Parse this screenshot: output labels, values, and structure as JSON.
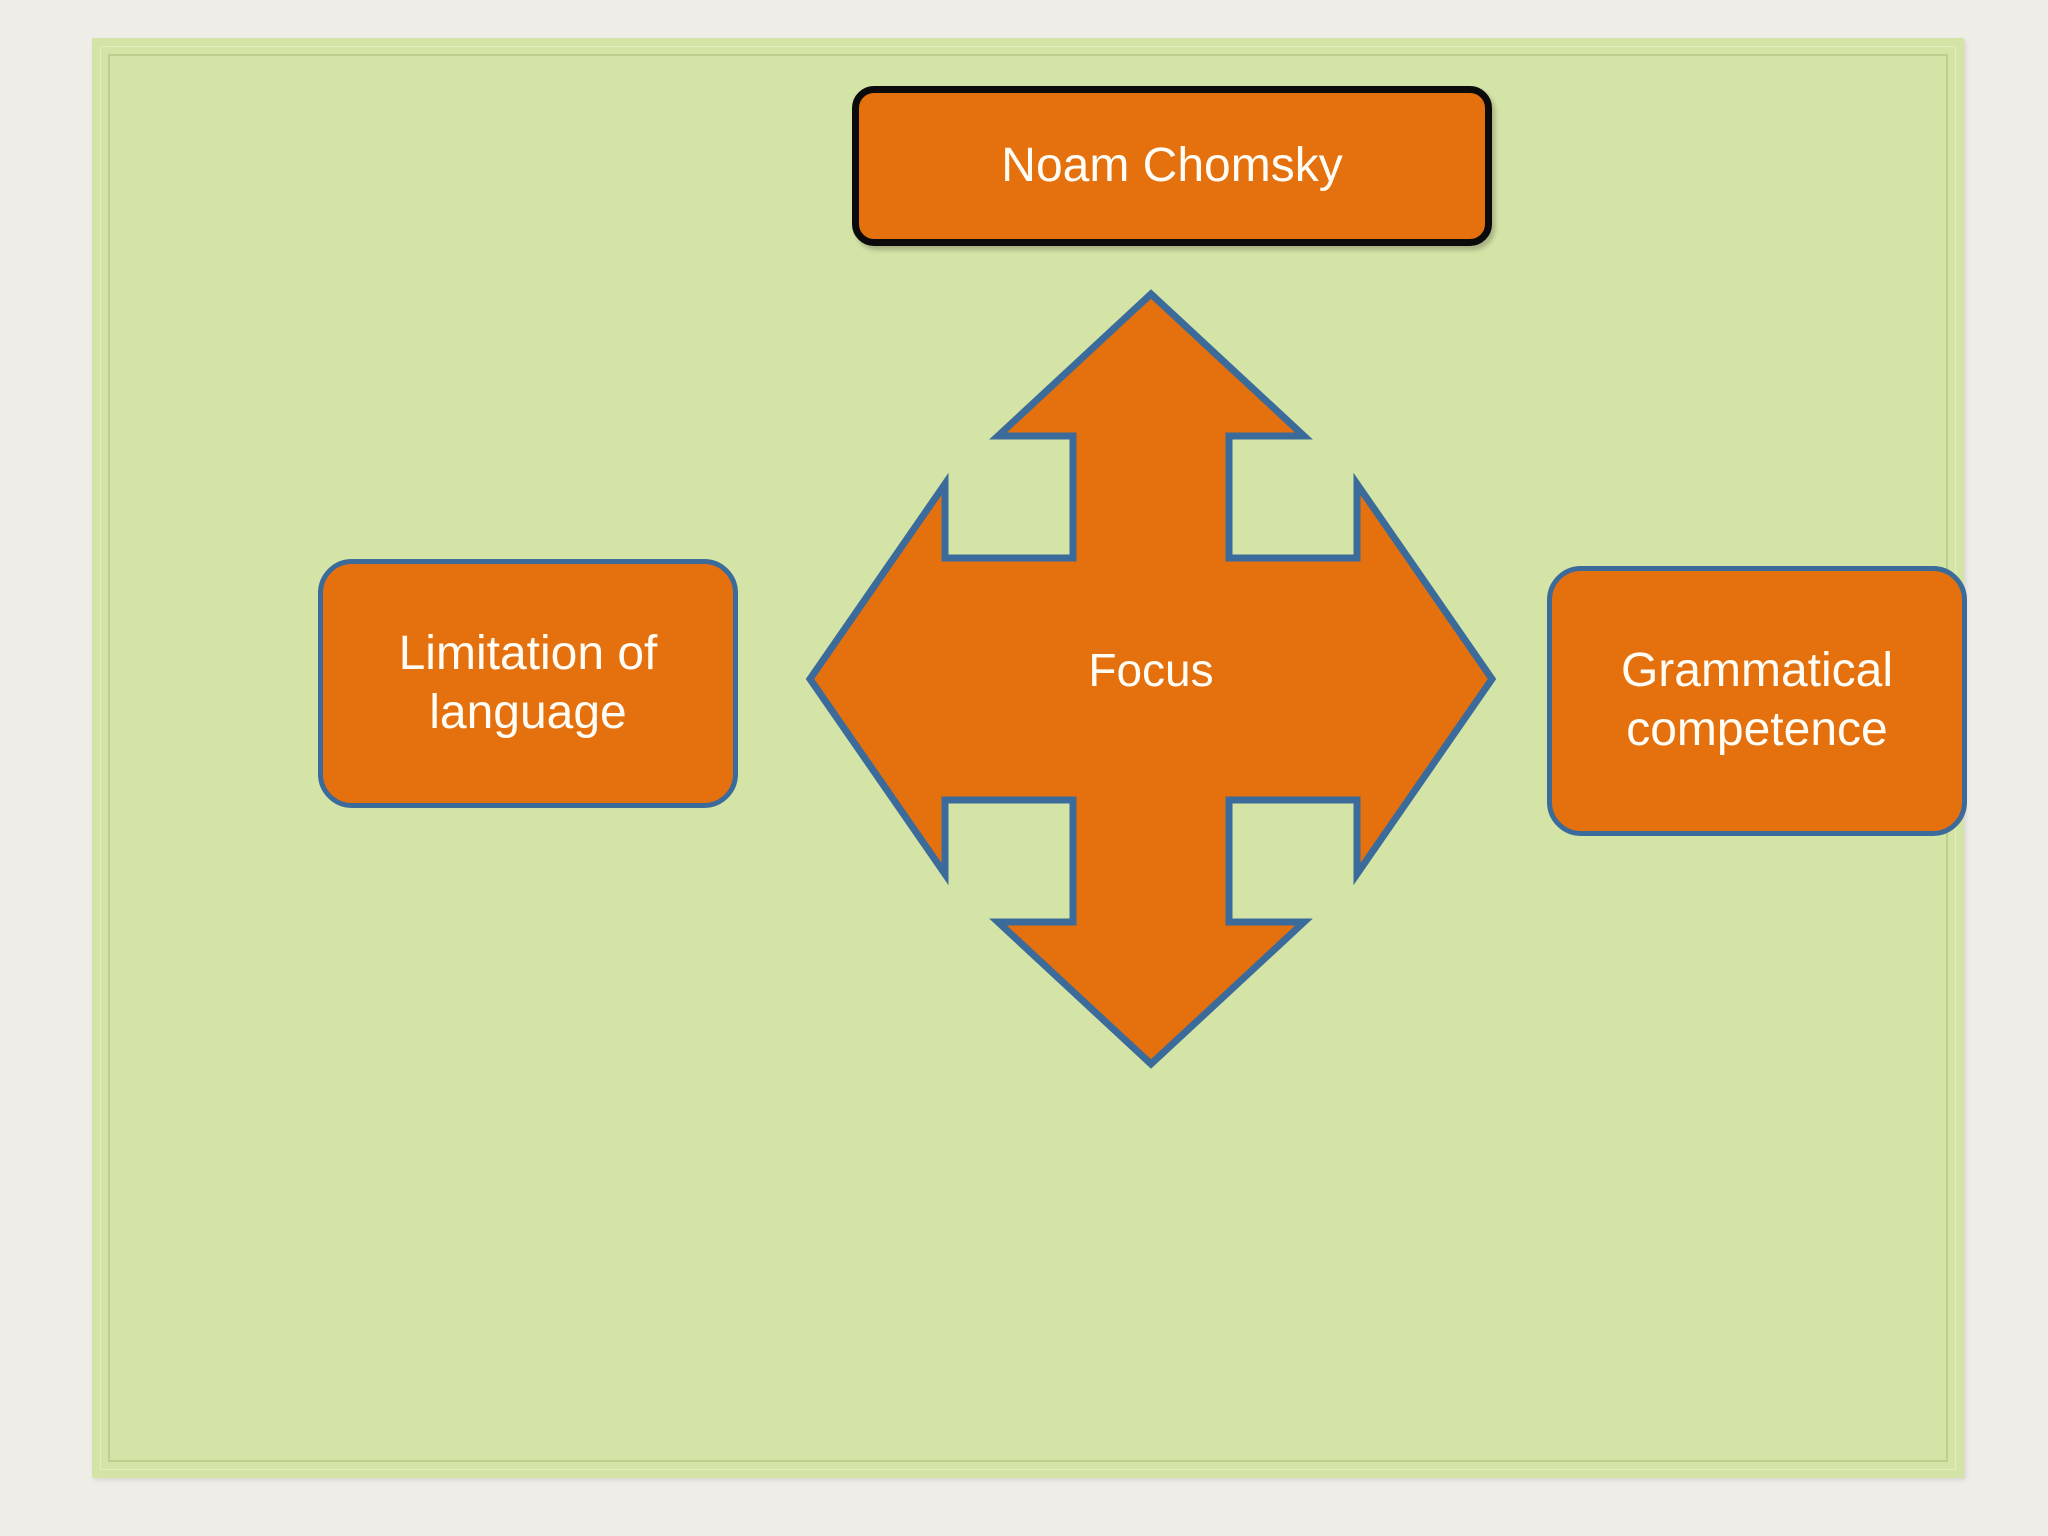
{
  "slide": {
    "background_color": "#D4E3A6",
    "page_background_color": "#EFEDE7",
    "frame_border_color": "#BCCF8C"
  },
  "palette": {
    "shape_fill": "#E5700E",
    "shape_text": "#FFFDF5",
    "blue_outline": "#3B6B9A",
    "black_outline": "#0B0B0B"
  },
  "diagram": {
    "title_node": {
      "label": "Noam Chomsky",
      "outline": "black",
      "shape": "rounded-rectangle"
    },
    "center_node": {
      "label": "Focus",
      "shape": "four-way-arrow",
      "outline": "blue"
    },
    "branches": [
      {
        "id": "left",
        "label": "Limitation of language",
        "line1": "Limitation of",
        "line2": "language",
        "shape": "rounded-rectangle",
        "outline": "blue"
      },
      {
        "id": "right",
        "label": "Grammatical competence",
        "line1": "Grammatical",
        "line2": "competence",
        "shape": "rounded-rectangle",
        "outline": "blue"
      }
    ],
    "arrow_directions": [
      "up",
      "down",
      "left",
      "right"
    ]
  }
}
